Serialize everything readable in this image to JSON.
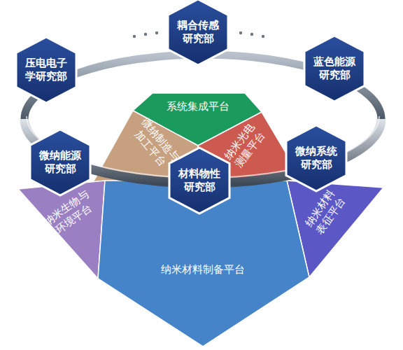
{
  "diagram": {
    "nodes": [
      {
        "text": [
          "耦合传感研究部"
        ]
      },
      {
        "text": [
          "压电电子学研究部"
        ]
      },
      {
        "text": [
          "蓝色能源研究部"
        ]
      },
      {
        "text": [
          "系统集成平台"
        ]
      },
      {
        "text": [
          "微纳制造与加工平台"
        ]
      },
      {
        "text": [
          "纳米光电测量平台"
        ]
      },
      {
        "text": [
          "微纳能源研究部"
        ]
      },
      {
        "text": [
          "微纳系统研究部"
        ]
      },
      {
        "text": [
          "材料物性研究部"
        ]
      },
      {
        "text": [
          "纳米生物与环境平台"
        ]
      },
      {
        "text": [
          "纳米材料表征平台"
        ]
      },
      {
        "text": [
          "纳米材料制备平台"
        ]
      }
    ]
  }
}
